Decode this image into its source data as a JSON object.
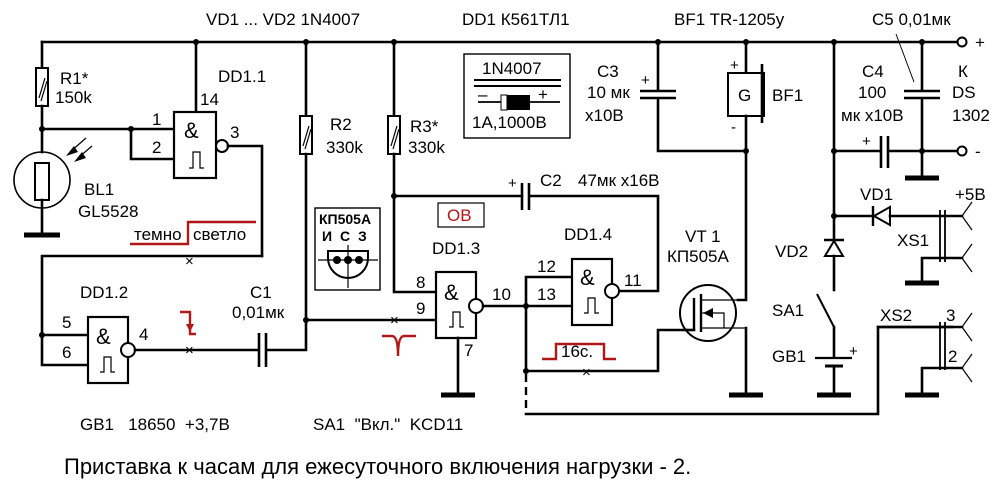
{
  "title": "Приставка к часам для ежесуточного включения нагрузки - 2.",
  "header": {
    "diodes": "VD1 ... VD2  1N4007",
    "ic": "DD1  К561ТЛ1",
    "buzzer": "BF1  TR-1205у",
    "c5": "C5  0,01мк"
  },
  "components": {
    "r1": {
      "name": "R1*",
      "value": "150k"
    },
    "r2": {
      "name": "R2",
      "value": "330k"
    },
    "r3": {
      "name": "R3*",
      "value": "330k"
    },
    "bl1": {
      "name": "BL1",
      "value": "GL5528"
    },
    "c1": {
      "name": "C1",
      "value": "0,01мк"
    },
    "c2": {
      "name": "C2",
      "value": "47мк x16B",
      "plus": "+"
    },
    "c3": {
      "name": "C3",
      "value1": "10 мк",
      "value2": "x10B",
      "plus": "+"
    },
    "c4": {
      "name": "C4",
      "value1": "100",
      "value2": "мк x10B",
      "plus": "+"
    },
    "bf1": {
      "name": "BF1",
      "symbol": "G",
      "plus": "+",
      "minus": "-"
    },
    "vt1": {
      "name": "VT 1",
      "value": "КП505А"
    },
    "vd1": {
      "name": "VD1"
    },
    "vd2": {
      "name": "VD2"
    },
    "sa1": {
      "name": "SA1"
    },
    "gb1": {
      "name": "GB1",
      "plus": "+"
    },
    "xs1": {
      "name": "XS1",
      "voltage": "+5B"
    },
    "xs2": {
      "name": "XS2",
      "pin3": "3",
      "pin2": "2"
    },
    "ds": {
      "line1": "К",
      "line2": "DS",
      "line3": "1302",
      "plus": "+",
      "minus": "-"
    }
  },
  "gates": {
    "dd11": {
      "name": "DD1.1",
      "in1": "1",
      "in2": "2",
      "out": "3",
      "vcc": "14",
      "symbol": "&"
    },
    "dd12": {
      "name": "DD1.2",
      "in1": "5",
      "in2": "6",
      "out": "4",
      "symbol": "&"
    },
    "dd13": {
      "name": "DD1.3",
      "in1": "8",
      "in2": "9",
      "out": "10",
      "gnd": "7",
      "symbol": "&"
    },
    "dd14": {
      "name": "DD1.4",
      "in1": "12",
      "in2": "13",
      "out": "11",
      "symbol": "&"
    }
  },
  "diode_inset": {
    "part": "1N4007",
    "minus": "–",
    "plus": "+",
    "rating": "1A,1000B"
  },
  "transistor_inset": {
    "part": "КП505А",
    "pins": "И  С  З"
  },
  "annotations": {
    "ov": "ОВ",
    "dark": "темно",
    "light": "светло",
    "pulse": "16с."
  },
  "footer": {
    "battery": "GB1   18650  +3,7B",
    "switch": "SA1  \"Вкл.\"  KCD11"
  }
}
